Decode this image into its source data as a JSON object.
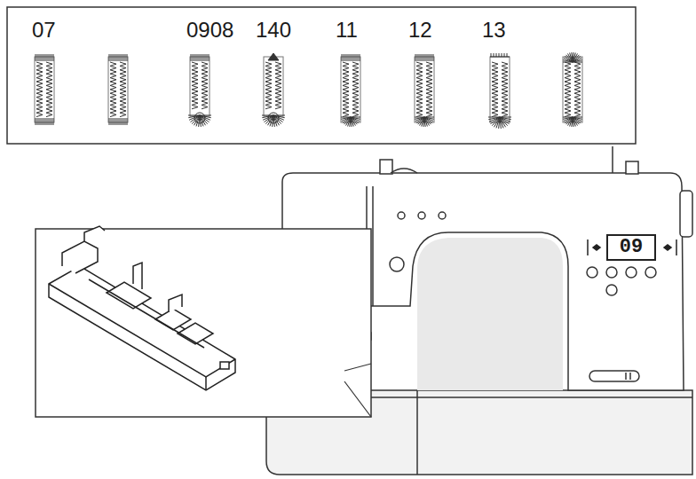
{
  "diagram": {
    "nodes": [
      {
        "text": [
          "09"
        ]
      }
    ],
    "labels": [
      "07",
      "0908",
      "140",
      "11",
      "12",
      "13"
    ]
  }
}
